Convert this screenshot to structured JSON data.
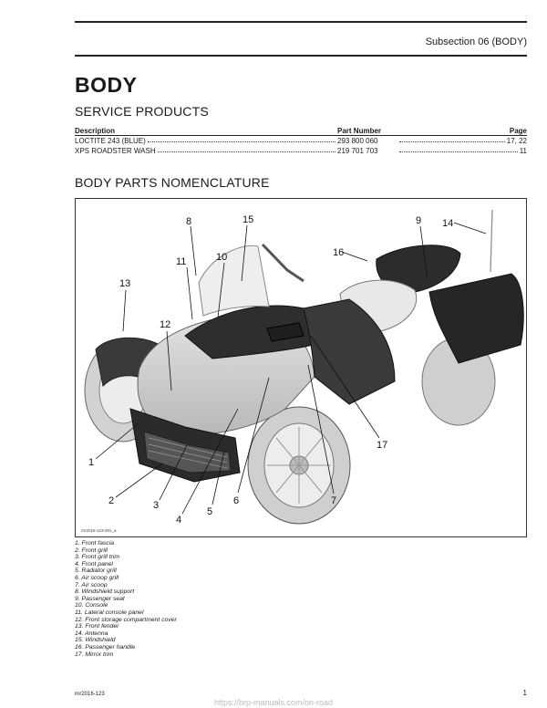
{
  "header": {
    "subsection": "Subsection 06   (BODY)"
  },
  "title": "BODY",
  "service_products": {
    "heading": "SERVICE PRODUCTS",
    "columns": [
      "Description",
      "Part Number",
      "Page"
    ],
    "rows": [
      {
        "description": "LOCTITE 243 (BLUE)",
        "part": "293 800 060",
        "page": "17, 22"
      },
      {
        "description": "XPS ROADSTER WASH",
        "part": "219 701 703",
        "page": "11"
      }
    ]
  },
  "nomenclature": {
    "heading": "BODY PARTS NOMENCLATURE",
    "figure_code": "rnr2016-123-001_a",
    "callouts": [
      "1",
      "2",
      "3",
      "4",
      "5",
      "6",
      "7",
      "8",
      "9",
      "10",
      "11",
      "12",
      "13",
      "14",
      "15",
      "16",
      "17"
    ],
    "legend": [
      "1.  Front fascia",
      "2.  Front grill",
      "3.  Front grill trim",
      "4.  Front panel",
      "5.  Radiator grill",
      "6.  Air scoop grill",
      "7.  Air scoop",
      "8.  Windshield support",
      "9.  Passenger seat",
      "10. Console",
      "11. Lateral console panel",
      "12. Front storage compartment cover",
      "13. Front fender",
      "14. Antenna",
      "15. Windshield",
      "16. Passenger handle",
      "17. Mirror trim"
    ]
  },
  "footer": {
    "doc_code": "rnr2016-123",
    "page_number": "1",
    "watermark": "https://brp-manuals.com/on-road"
  }
}
